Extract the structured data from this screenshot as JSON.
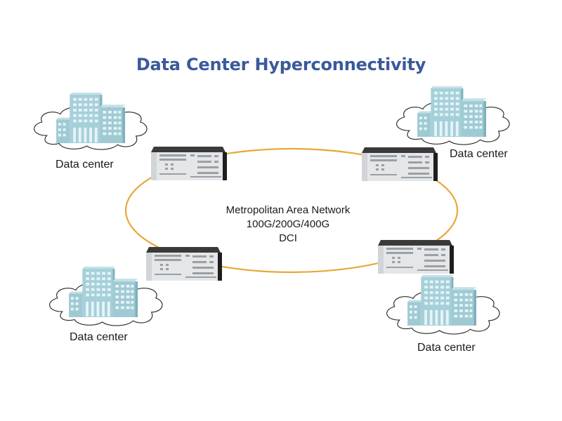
{
  "title": "Data Center Hyperconnectivity",
  "network": {
    "line1": "Metropolitan Area Network",
    "line2": "100G/200G/400G",
    "line3": "DCI"
  },
  "nodes": [
    {
      "id": "dc-top-left",
      "label": "Data center",
      "icon": "building-cloud-icon"
    },
    {
      "id": "dc-top-right",
      "label": "Data center",
      "icon": "building-cloud-icon"
    },
    {
      "id": "dc-bottom-left",
      "label": "Data center",
      "icon": "building-cloud-icon"
    },
    {
      "id": "dc-bottom-right",
      "label": "Data center",
      "icon": "building-cloud-icon"
    }
  ],
  "devices": [
    {
      "id": "router-top-left",
      "icon": "network-chassis-icon"
    },
    {
      "id": "router-top-right",
      "icon": "network-chassis-icon"
    },
    {
      "id": "router-bottom-left",
      "icon": "network-chassis-icon"
    },
    {
      "id": "router-bottom-right",
      "icon": "network-chassis-icon"
    }
  ],
  "colors": {
    "title": "#3b5a9a",
    "ring": "#e8a838",
    "building": "#9fcad3",
    "chassis_top": "#2a2a2a",
    "chassis_face": "#e4e6e8"
  }
}
